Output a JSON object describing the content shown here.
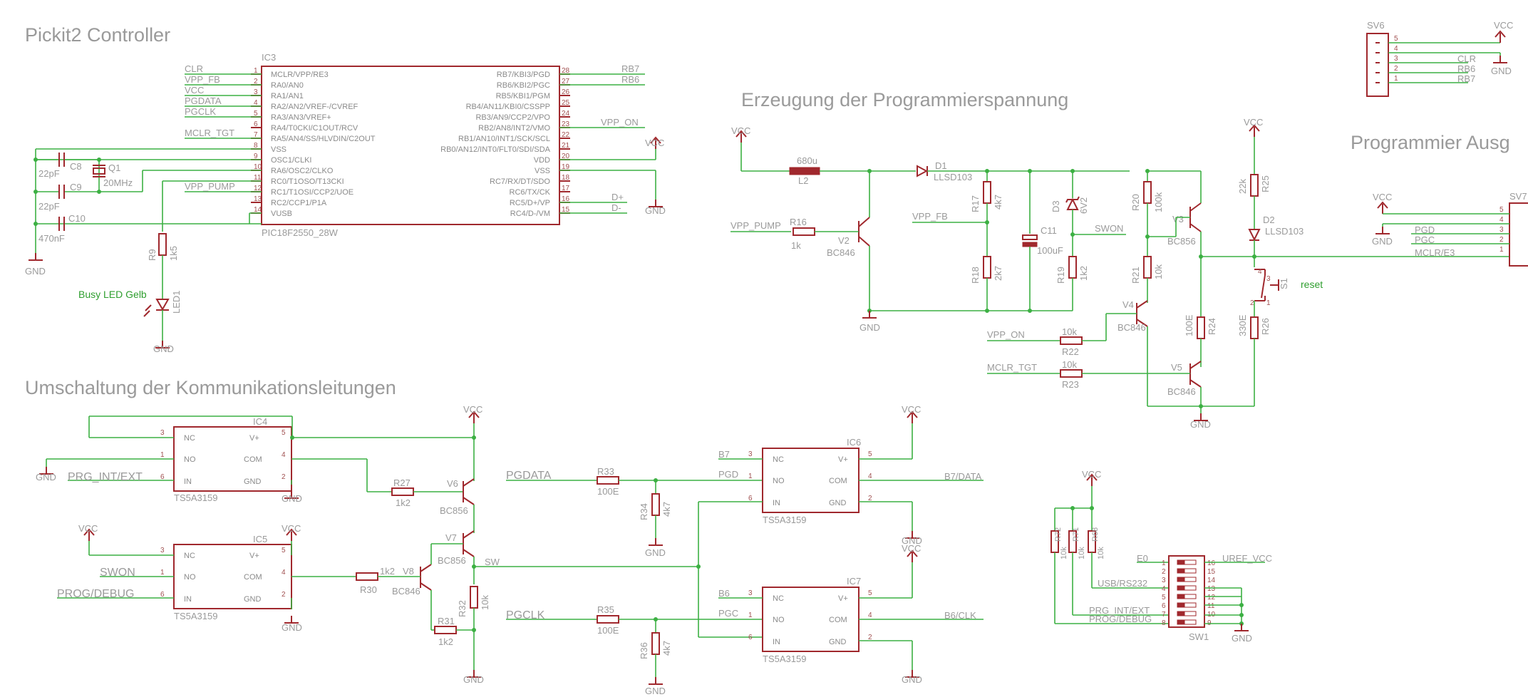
{
  "titles": {
    "pickit": "Pickit2 Controller",
    "vpp_gen": "Erzeugung der Programmierspannung",
    "prog_out": "Programmier Ausg",
    "switching": "Umschaltung der Kommunikationsleitungen"
  },
  "ic3": {
    "ref": "IC3",
    "part": "PIC18F2550_28W",
    "left_pins": [
      {
        "n": "1",
        "name": "MCLR/VPP/RE3",
        "net": "CLR"
      },
      {
        "n": "2",
        "name": "RA0/AN0",
        "net": "VPP_FB"
      },
      {
        "n": "3",
        "name": "RA1/AN1",
        "net": "VCC"
      },
      {
        "n": "4",
        "name": "RA2/AN2/VREF-/CVREF",
        "net": "PGDATA"
      },
      {
        "n": "5",
        "name": "RA3/AN3/VREF+",
        "net": "PGCLK"
      },
      {
        "n": "6",
        "name": "RA4/T0CKI/C1OUT/RCV",
        "net": ""
      },
      {
        "n": "7",
        "name": "RA5/AN4/SS/HLVDIN/C2OUT",
        "net": "MCLR_TGT"
      },
      {
        "n": "8",
        "name": "VSS",
        "net": ""
      },
      {
        "n": "9",
        "name": "OSC1/CLKI",
        "net": ""
      },
      {
        "n": "10",
        "name": "RA6/OSC2/CLKO",
        "net": ""
      },
      {
        "n": "11",
        "name": "RC0/T1OSO/T13CKI",
        "net": ""
      },
      {
        "n": "12",
        "name": "RC1/T1OSI/CCP2/UOE",
        "net": "VPP_PUMP"
      },
      {
        "n": "13",
        "name": "RC2/CCP1/P1A",
        "net": ""
      },
      {
        "n": "14",
        "name": "VUSB",
        "net": ""
      }
    ],
    "right_pins": [
      {
        "n": "28",
        "name": "RB7/KBI3/PGD",
        "net": "RB7"
      },
      {
        "n": "27",
        "name": "RB6/KBI2/PGC",
        "net": "RB6"
      },
      {
        "n": "26",
        "name": "RB5/KBI1/PGM",
        "net": ""
      },
      {
        "n": "25",
        "name": "RB4/AN11/KBI0/CSSPP",
        "net": ""
      },
      {
        "n": "24",
        "name": "RB3/AN9/CCP2/VPO",
        "net": ""
      },
      {
        "n": "23",
        "name": "RB2/AN8/INT2/VMO",
        "net": "VPP_ON"
      },
      {
        "n": "22",
        "name": "RB1/AN10/INT1/SCK/SCL",
        "net": ""
      },
      {
        "n": "21",
        "name": "RB0/AN12/INT0/FLT0/SDI/SDA",
        "net": ""
      },
      {
        "n": "20",
        "name": "VDD",
        "net": ""
      },
      {
        "n": "19",
        "name": "VSS",
        "net": ""
      },
      {
        "n": "18",
        "name": "RC7/RX/DT/SDO",
        "net": ""
      },
      {
        "n": "17",
        "name": "RC6/TX/CK",
        "net": ""
      },
      {
        "n": "16",
        "name": "RC5/D+/VP",
        "net": "D+"
      },
      {
        "n": "15",
        "name": "RC4/D-/VM",
        "net": "D-"
      }
    ]
  },
  "labels": {
    "vcc": "VCC",
    "gnd": "GND",
    "c8": "C8",
    "c9": "C9",
    "c10": "C10",
    "c8v": "22pF",
    "c9v": "22pF",
    "c10v": "470nF",
    "q1": "Q1",
    "q1v": "20MHz",
    "r9": "R9",
    "r9v": "1k5",
    "led1": "LED1",
    "busy": "Busy LED Gelb",
    "l2": "L2",
    "l2v": "680u",
    "d1": "D1",
    "d1v": "LLSD103",
    "r16": "R16",
    "r16v": "1k",
    "v2": "V2",
    "v2v": "BC846",
    "vpp_pump": "VPP_PUMP",
    "vpp_fb": "VPP_FB",
    "r17": "R17",
    "r17v": "4k7",
    "r18": "R18",
    "r18v": "2k7",
    "c11": "C11",
    "c11v": "100uF",
    "d3": "D3",
    "d3v": "6V2",
    "swon": "SWON",
    "r19": "R19",
    "r19v": "1k2",
    "r20": "R20",
    "r20v": "100k",
    "r21": "R21",
    "r21v": "10k",
    "v3": "V3",
    "v3v": "BC856",
    "v4": "V4",
    "v4v": "BC846",
    "vpp_on": "VPP_ON",
    "r22": "R22",
    "r22v": "10k",
    "mclr_tgt": "MCLR_TGT",
    "r23": "R23",
    "r23v": "10k",
    "v5": "V5",
    "v5v": "BC846",
    "r24": "R24",
    "r24v": "100E",
    "r25": "R25",
    "r25v": "22k",
    "d2": "D2",
    "d2v": "LLSD103",
    "r26": "R26",
    "r26v": "330E",
    "s1": "S1",
    "reset": "reset",
    "sv6": "SV6",
    "sv7": "SV7",
    "clr": "CLR",
    "rb6": "RB6",
    "rb7": "RB7",
    "pgd": "PGD",
    "pgc": "PGC",
    "mclr_e3": "MCLR/E3",
    "ic4": "IC4",
    "ic5": "IC5",
    "ic6": "IC6",
    "ic7": "IC7",
    "ts": "TS5A3159",
    "nc": "NC",
    "no": "NO",
    "in": "IN",
    "vplus": "V+",
    "com": "COM",
    "prg_int_ext": "PRG_INT/EXT",
    "prog_debug": "PROG/DEBUG",
    "r27": "R27",
    "r27v": "1k2",
    "v6": "V6",
    "v6v": "BC856",
    "v7": "V7",
    "v7v": "BC856",
    "v8": "V8",
    "v8v": "BC846",
    "r30": "R30",
    "r30v": "1k2",
    "r31": "R31",
    "r31v": "1k2",
    "r32": "R32",
    "r32v": "10k",
    "sw": "SW",
    "pgdata": "PGDATA",
    "pgclk": "PGCLK",
    "r33": "R33",
    "r33v": "100E",
    "r34": "R34",
    "r34v": "4k7",
    "r35": "R35",
    "r35v": "100E",
    "r36": "R36",
    "r36v": "4k7",
    "b7": "B7",
    "b6": "B6",
    "b7data": "B7/DATA",
    "b6clk": "B6/CLK",
    "r_a": "R72",
    "r_av": "10k",
    "r_b": "R71",
    "r_bv": "10k",
    "r_c": "R68",
    "r_cv": "10k",
    "e0": "E0",
    "uref_vcc": "UREF_VCC",
    "usb_rs232": "USB/RS232",
    "sw1": "SW1"
  }
}
